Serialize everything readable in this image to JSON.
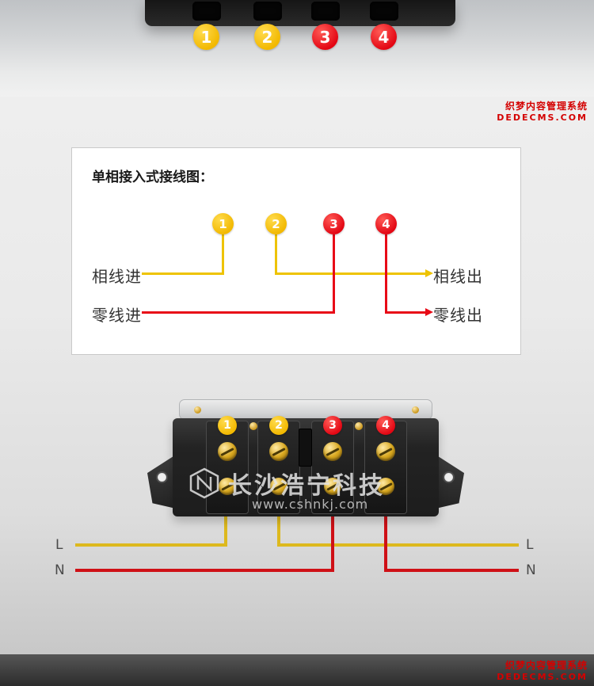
{
  "colors": {
    "badge_yellow": "#f2b800",
    "badge_red": "#e30613",
    "line_yellow": "#eec300",
    "line_red": "#e80a17",
    "wire_yellow": "#ddb91e",
    "wire_red": "#cf1016",
    "watermark_red": "#d40000"
  },
  "watermark_top": {
    "line1": "织梦内容管理系统",
    "line2": "DEDECMS.COM"
  },
  "watermark_footer": {
    "line1": "织梦内容管理系统",
    "line2": "DEDECMS.COM"
  },
  "top_photo": {
    "badges": [
      {
        "num": "1",
        "color": "yellow"
      },
      {
        "num": "2",
        "color": "yellow"
      },
      {
        "num": "3",
        "color": "red"
      },
      {
        "num": "4",
        "color": "red"
      }
    ]
  },
  "diagram": {
    "title": "单相接入式接线图：",
    "badges": [
      {
        "num": "1",
        "color": "yellow"
      },
      {
        "num": "2",
        "color": "yellow"
      },
      {
        "num": "3",
        "color": "red"
      },
      {
        "num": "4",
        "color": "red"
      }
    ],
    "labels": {
      "phase_in": "相线进",
      "neutral_in": "零线进",
      "phase_out": "相线出",
      "neutral_out": "零线出"
    }
  },
  "product_photo": {
    "badges": [
      {
        "num": "1",
        "color": "yellow"
      },
      {
        "num": "2",
        "color": "yellow"
      },
      {
        "num": "3",
        "color": "red"
      },
      {
        "num": "4",
        "color": "red"
      }
    ],
    "watermark": {
      "brand": "长沙浩宁科技",
      "url": "www.cshnkj.com"
    }
  },
  "wiring": {
    "left_l": "L",
    "left_n": "N",
    "right_l": "L",
    "right_n": "N"
  }
}
